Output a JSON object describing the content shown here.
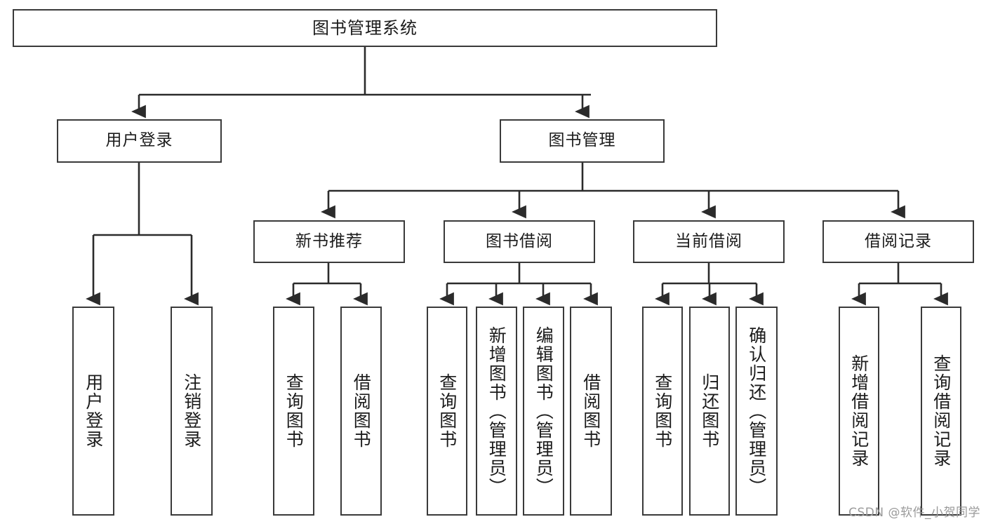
{
  "diagram": {
    "title": "图书管理系统",
    "type": "tree-hierarchy",
    "colors": {
      "box_border": "#3a3a3a",
      "box_fill": "#ffffff",
      "edge": "#2b2b2b",
      "text": "#1b1b1b",
      "watermark": "#9a9a9a",
      "background": "#ffffff"
    }
  },
  "root": {
    "label": "图书管理系统"
  },
  "level2": [
    {
      "label": "用户登录"
    },
    {
      "label": "图书管理"
    }
  ],
  "level3": [
    {
      "label": "新书推荐"
    },
    {
      "label": "图书借阅"
    },
    {
      "label": "当前借阅"
    },
    {
      "label": "借阅记录"
    }
  ],
  "leaves": {
    "user_login": [
      {
        "label": "用户登录"
      },
      {
        "label": "注销登录"
      }
    ],
    "new_book": [
      {
        "label": "查询图书"
      },
      {
        "label": "借阅图书"
      }
    ],
    "book_borrow": [
      {
        "label": "查询图书"
      },
      {
        "label": "新增图书（管理员）"
      },
      {
        "label": "编辑图书（管理员）"
      },
      {
        "label": "借阅图书"
      }
    ],
    "current_borrow": [
      {
        "label": "查询图书"
      },
      {
        "label": "归还图书"
      },
      {
        "label": "确认归还（管理员）"
      }
    ],
    "borrow_record": [
      {
        "label": "新增借阅记录"
      },
      {
        "label": "查询借阅记录"
      }
    ]
  },
  "watermark": {
    "text": "CSDN @软件_小贺同学"
  }
}
